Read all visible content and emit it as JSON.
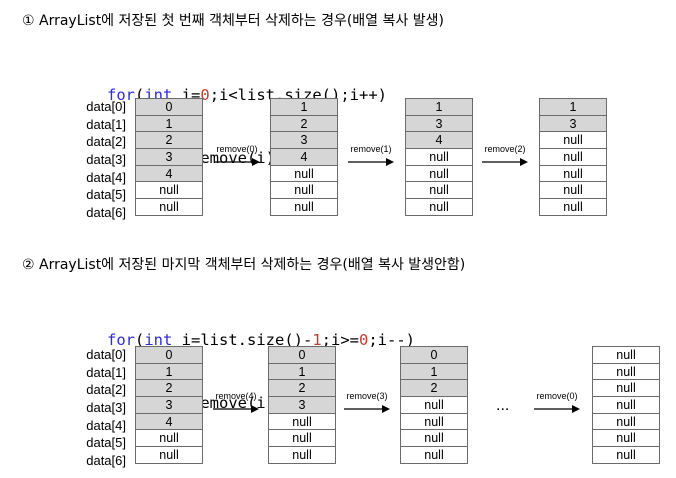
{
  "section1": {
    "heading": "① ArrayList에  저장된 첫 번째 객체부터 삭제하는 경우(배열 복사 발생)",
    "code": {
      "kw_for": "for",
      "p1": "(",
      "kw_int": "int",
      "p2": " i=",
      "n0": "0",
      "p3": ";i<list.size();i++)",
      "line2": "    list.remove(i);"
    },
    "labels": [
      "data[0]",
      "data[1]",
      "data[2]",
      "data[3]",
      "data[4]",
      "data[5]",
      "data[6]"
    ],
    "columns": [
      [
        "0",
        "1",
        "2",
        "3",
        "4",
        "null",
        "null"
      ],
      [
        "1",
        "2",
        "3",
        "4",
        "null",
        "null",
        "null"
      ],
      [
        "1",
        "3",
        "4",
        "null",
        "null",
        "null",
        "null"
      ],
      [
        "1",
        "3",
        "null",
        "null",
        "null",
        "null",
        "null"
      ]
    ],
    "shaded": [
      5,
      4,
      3,
      2
    ],
    "arrows": [
      "remove(0)",
      "remove(1)",
      "remove(2)"
    ]
  },
  "section2": {
    "heading": "② ArrayList에  저장된 마지막 객체부터 삭제하는 경우(배열 복사 발생안함)",
    "code": {
      "kw_for": "for",
      "p1": "(",
      "kw_int": "int",
      "p2": " i=list.size()-",
      "n1": "1",
      "p3": ";i>=",
      "n0": "0",
      "p4": ";i--)",
      "line2": "    list.remove(i);"
    },
    "labels": [
      "data[0]",
      "data[1]",
      "data[2]",
      "data[3]",
      "data[4]",
      "data[5]",
      "data[6]"
    ],
    "columns": [
      [
        "0",
        "1",
        "2",
        "3",
        "4",
        "null",
        "null"
      ],
      [
        "0",
        "1",
        "2",
        "3",
        "null",
        "null",
        "null"
      ],
      [
        "0",
        "1",
        "2",
        "null",
        "null",
        "null",
        "null"
      ],
      [
        "null",
        "null",
        "null",
        "null",
        "null",
        "null",
        "null"
      ]
    ],
    "shaded": [
      5,
      4,
      3,
      0
    ],
    "arrows": [
      "remove(4)",
      "remove(3)",
      "remove(0)"
    ],
    "ellipsis": "..."
  }
}
